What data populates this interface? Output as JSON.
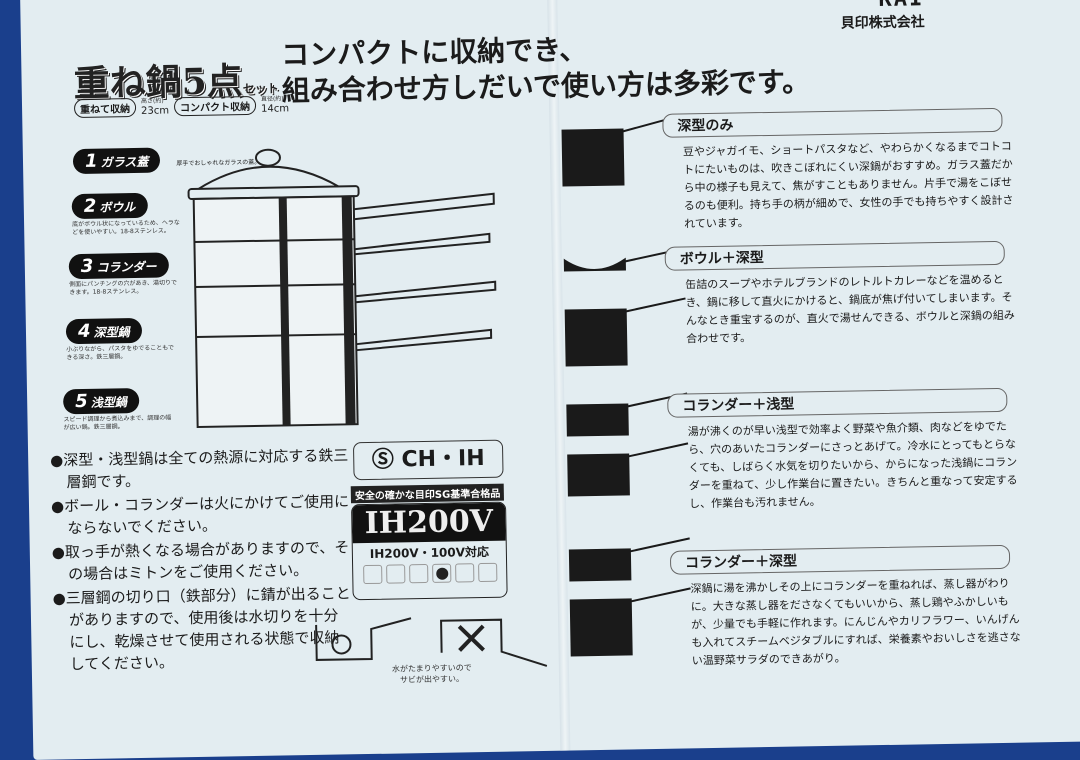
{
  "brand": {
    "logo": "KAI",
    "company": "貝印株式会社"
  },
  "headline": [
    "コンパクトに収納でき、",
    "組み合わせ方しだいで使い方は多彩です。"
  ],
  "product": {
    "name": "重ね鍋5点",
    "set": "セット",
    "tag1": "重ねて収納",
    "size1_label": "高さ(約)",
    "size1": "23cm",
    "tag2": "コンパクト収納",
    "size2_label": "直径(約)",
    "size2": "14cm"
  },
  "parts": [
    {
      "num": "1",
      "name": "ガラス蓋",
      "desc": "厚手でおしゃれなガラスの蓋。"
    },
    {
      "num": "2",
      "name": "ボウル",
      "desc": "底がボウル状になっているため、ヘラなどを使いやすい。18-8ステンレス。"
    },
    {
      "num": "3",
      "name": "コランダー",
      "desc": "側面にパンチングの穴があき、湯切りできます。18-8ステンレス。"
    },
    {
      "num": "4",
      "name": "深型鍋",
      "desc": "小ぶりながら、パスタをゆでることもできる深さ。鉄三層鋼。"
    },
    {
      "num": "5",
      "name": "浅型鍋",
      "desc": "スピード調理から煮込みまで、調理の幅が広い鍋。鉄三層鋼。"
    }
  ],
  "notes": [
    "●深型・浅型鍋は全ての熱源に対応する鉄三層鋼です。",
    "●ボール・コランダーは火にかけてご使用にならないでください。",
    "●取っ手が熱くなる場合がありますので、その場合はミトンをご使用ください。",
    "●三層鋼の切り口（鉄部分）に錆が出ることがありますので、使用後は水切りを十分にし、乾燥させて使用される状態で収納してください。"
  ],
  "sg": {
    "mark": "CH・IH",
    "caption": "安全の確かな目印SG基準合格品"
  },
  "ih": {
    "title": "IH200V",
    "sub": "IH200V・100V対応"
  },
  "warning": [
    "水がたまりやすいので",
    "サビが出やすい。"
  ],
  "sections": [
    {
      "title": "深型のみ",
      "text": "豆やジャガイモ、ショートパスタなど、やわらかくなるまでコトコトにたいものは、吹きこぼれにくい深鍋がおすすめ。ガラス蓋だから中の様子も見えて、焦がすこともありません。片手で湯をこぼせるのも便利。持ち手の柄が細めで、女性の手でも持ちやすく設計されています。"
    },
    {
      "title": "ボウル＋深型",
      "text": "缶詰のスープやホテルブランドのレトルトカレーなどを温めるとき、鍋に移して直火にかけると、鍋底が焦げ付いてしまいます。そんなとき重宝するのが、直火で湯せんできる、ボウルと深鍋の組み合わせです。"
    },
    {
      "title": "コランダー＋浅型",
      "text": "湯が沸くのが早い浅型で効率よく野菜や魚介類、肉などをゆでたら、穴のあいたコランダーにさっとあげて。冷水にとってもとらなくても、しばらく水気を切りたいから、からになった浅鍋にコランダーを重ねて、少し作業台に置きたい。きちんと重なって安定するし、作業台も汚れません。"
    },
    {
      "title": "コランダー＋深型",
      "text": "深鍋に湯を沸かしその上にコランダーを重ねれば、蒸し器がわりに。大きな蒸し器をださなくてもいいから、蒸し鶏やふかしいもが、少量でも手軽に作れます。にんじんやカリフラワー、いんげんも入れてスチームベジタブルにすれば、栄養素やおいしさを逃さない温野菜サラダのできあがり。"
    }
  ]
}
